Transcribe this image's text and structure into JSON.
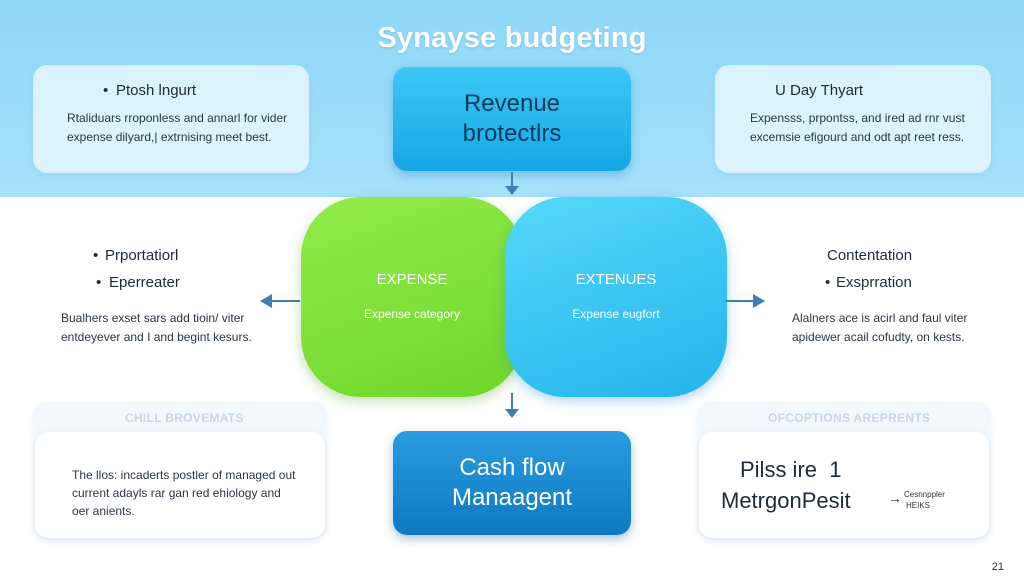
{
  "title": "Synayse budgeting",
  "top_left_card": {
    "heading": "Ptosh lngurt",
    "lines": [
      "Rtaliduars rroponless and annarl for vider",
      "expense dilyard,| extrnising meet best."
    ]
  },
  "top_right_card": {
    "heading": "U Day Thyart",
    "lines": [
      "Expensss, prpontss, and ired ad rnr vust",
      "excemsie efigourd and odt apt reet ress."
    ]
  },
  "revenue_box": {
    "lines": [
      "Revenue",
      "brotectlrs"
    ]
  },
  "expense_blob": {
    "title": "EXPENSE",
    "subtitle": "Expense category"
  },
  "extenues_blob": {
    "title": "EXTENUES",
    "subtitle": "Expense eugfort"
  },
  "left_middle": {
    "heading_1": "Prportatiorl",
    "heading_2": "Eperreater",
    "lines": [
      "Bualhers exset sars add tioin/ viter",
      "entdeyever and I and begint kesurs."
    ]
  },
  "right_middle": {
    "heading_1": "Contentation",
    "heading_2": "Exsprration",
    "lines": [
      "Alalners ace is acirl and faul viter",
      "apidewer acail cofudty, on kests."
    ]
  },
  "bottom_left": {
    "faint_label": "CHILL BROVEMATS",
    "lines": [
      "The llos: incaderts postler of managed out",
      "current adayls rar gan red ehiology and",
      "oer anients."
    ]
  },
  "bottom_right": {
    "faint_label": "OFCOPTIONS AREPRENTS",
    "line_1": "Pilss ire  1",
    "line_2": "MetrgonPesit",
    "arrow_glyph": "→",
    "small_1": "Cesnnppler",
    "small_2": "HEIKS"
  },
  "cash_box": {
    "lines": [
      "Cash flow",
      "Manaagent"
    ]
  },
  "page_number": "21",
  "colors": {
    "band": "#8ed7f8",
    "revenue": "#15a8e6",
    "expense": "#6fd52a",
    "extenues": "#23b4ec",
    "cash": "#0f79c2",
    "arrow": "#3f7fb0"
  }
}
